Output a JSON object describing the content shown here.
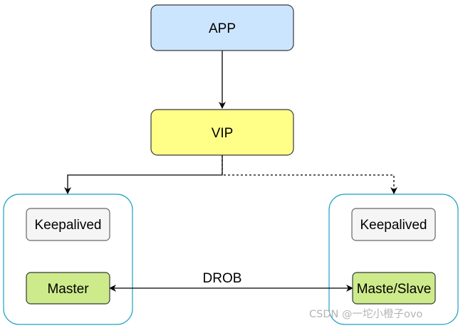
{
  "nodes": {
    "app": "APP",
    "vip": "VIP",
    "left_keepalived": "Keepalived",
    "left_master": "Master",
    "right_keepalived": "Keepalived",
    "right_master_slave": "Maste/Slave"
  },
  "edges": {
    "drob_label": "DROB"
  },
  "watermark": "CSDN @一坨小橙子ovo",
  "colors": {
    "app_fill": "#cce5ff",
    "vip_fill": "#ffff88",
    "keepalived_fill": "#f5f5f5",
    "master_fill": "#cdeb8b",
    "group_border": "#1ba1c4",
    "node_border": "#36393d"
  }
}
